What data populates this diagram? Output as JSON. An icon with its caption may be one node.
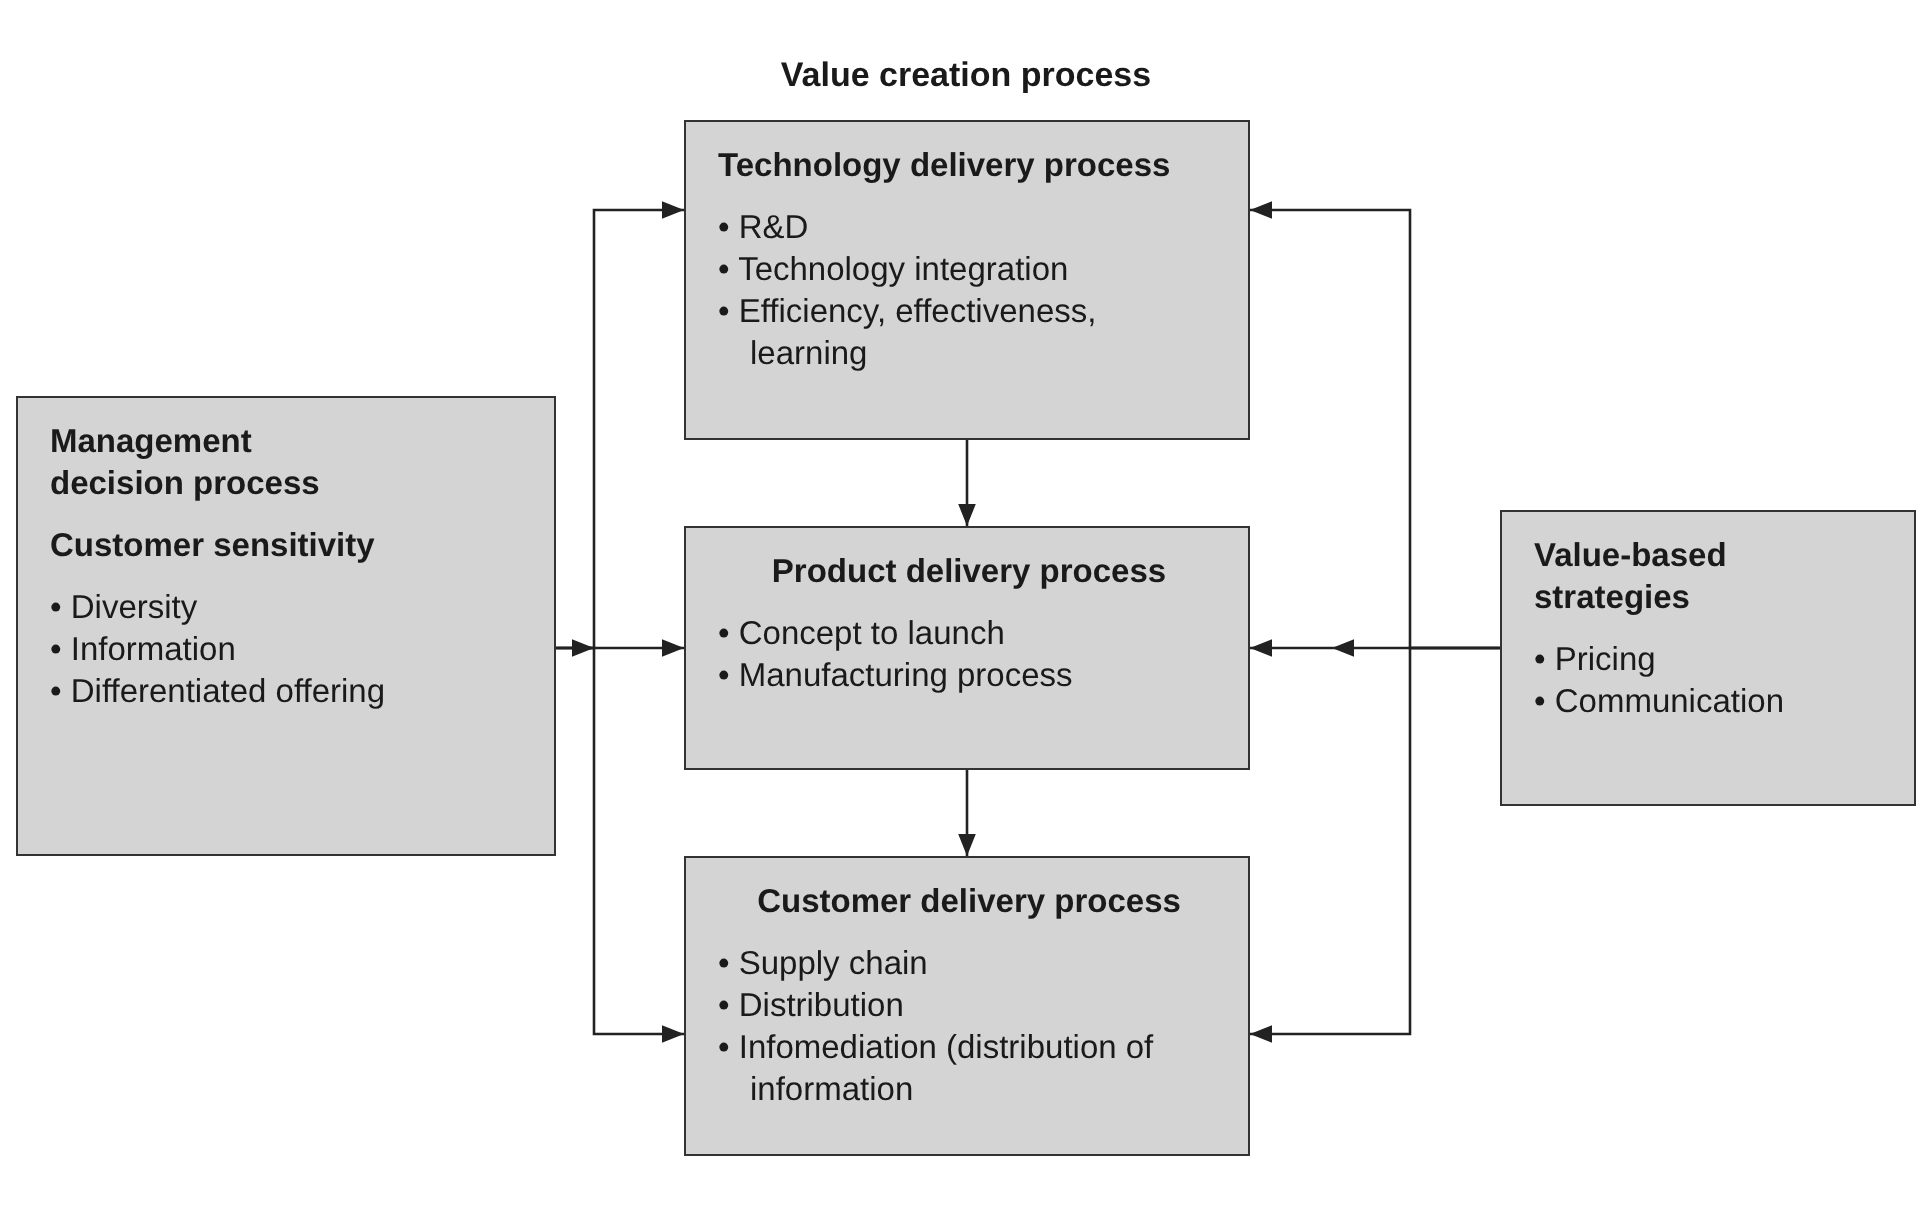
{
  "diagram": {
    "title": "Value creation process",
    "nodes": [
      {
        "text": [
          "Management decision process",
          "Customer sensitivity",
          "• Diversity",
          "• Information",
          "• Differentiated offering"
        ]
      },
      {
        "text": [
          "Technology delivery process",
          "• R&D",
          "• Technology integration",
          "• Efficiency, effectiveness, learning"
        ]
      },
      {
        "text": [
          "Product delivery process",
          "• Concept to launch",
          "• Manufacturing process"
        ]
      },
      {
        "text": [
          "Customer delivery process",
          "• Supply chain",
          "• Distribution",
          "• Infomediation (distribution of information"
        ]
      },
      {
        "text": [
          "Value-based strategies",
          "• Pricing",
          "• Communication"
        ]
      }
    ],
    "edges": [
      {
        "from": 1,
        "to": 2,
        "arrow": "to"
      },
      {
        "from": 2,
        "to": 3,
        "arrow": "to"
      },
      {
        "from": 0,
        "to": 1,
        "arrow": "to"
      },
      {
        "from": 0,
        "to": 2,
        "arrow": "to"
      },
      {
        "from": 0,
        "to": 3,
        "arrow": "to"
      },
      {
        "from": 4,
        "to": 1,
        "arrow": "to"
      },
      {
        "from": 4,
        "to": 2,
        "arrow": "to"
      },
      {
        "from": 4,
        "to": 3,
        "arrow": "to"
      }
    ]
  }
}
